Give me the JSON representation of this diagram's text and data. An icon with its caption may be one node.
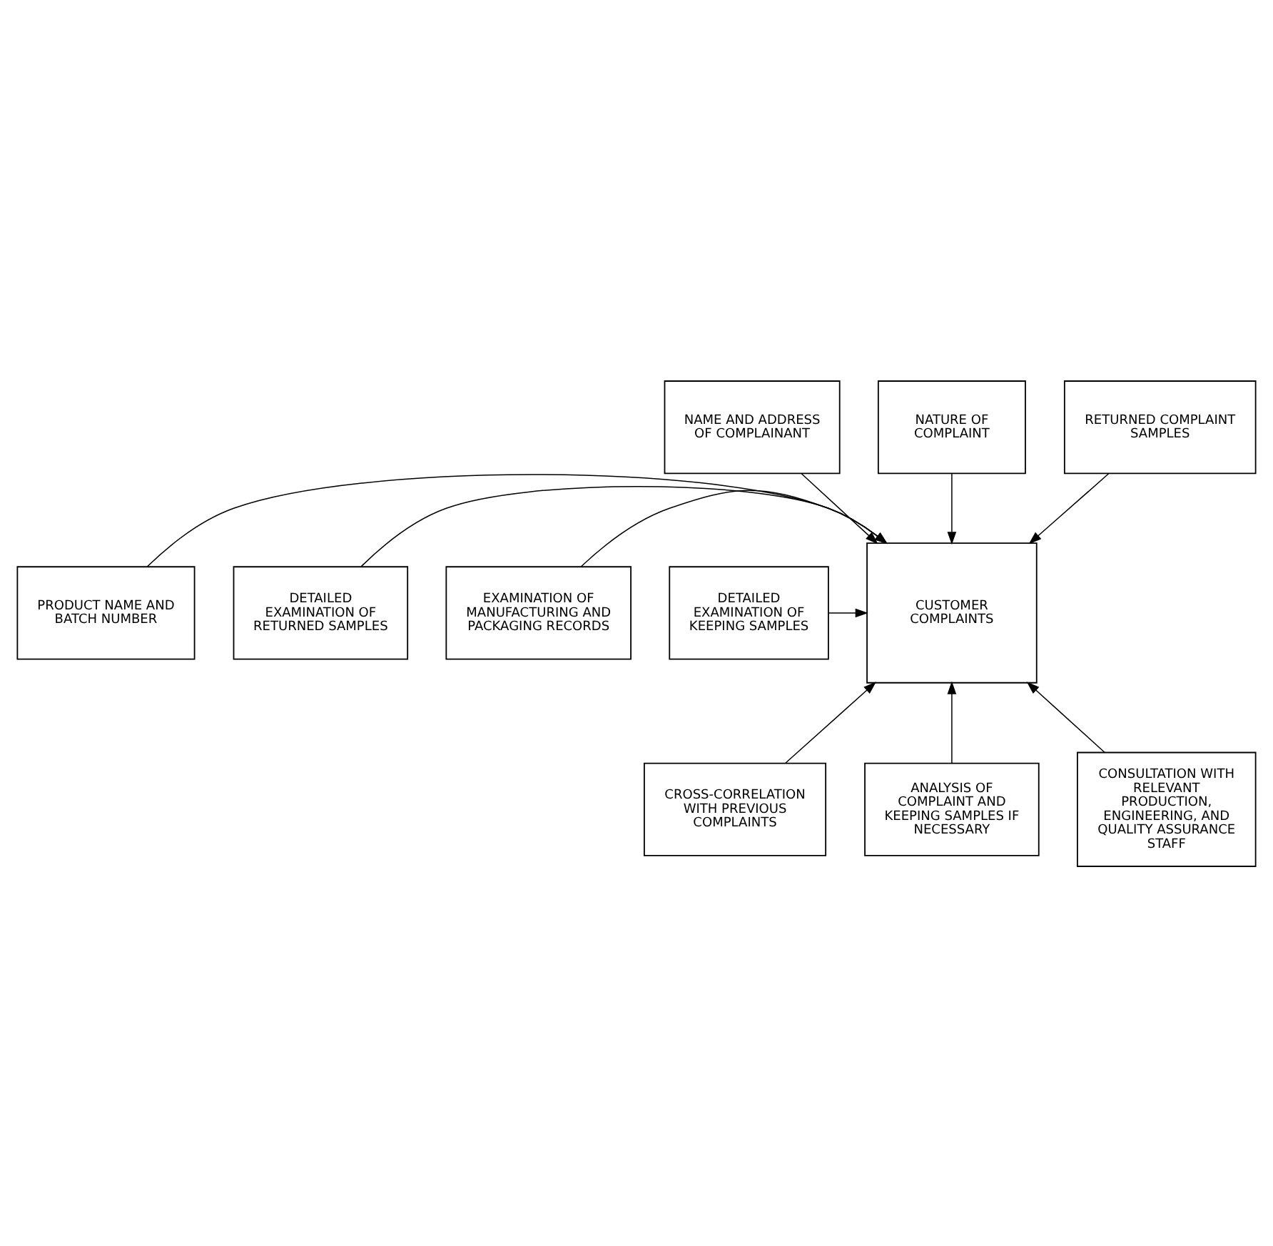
{
  "diagram": {
    "nodes": [
      {
        "text": [
          "NAME AND ADDRESS OF COMPLAINANT"
        ]
      },
      {
        "text": [
          "NATURE OF COMPLAINT"
        ]
      },
      {
        "text": [
          "RETURNED COMPLAINT SAMPLES"
        ]
      },
      {
        "text": [
          "PRODUCT NAME AND BATCH NUMBER"
        ]
      },
      {
        "text": [
          "CUSTOMER COMPLAINTS"
        ]
      },
      {
        "text": [
          "DETAILED EXAMINATION OF RETURNED SAMPLES"
        ]
      },
      {
        "text": [
          "EXAMINATION OF MANUFACTURING AND PACKAGING RECORDS"
        ]
      },
      {
        "text": [
          "DETAILED EXAMINATION OF KEEPING SAMPLES"
        ]
      },
      {
        "text": [
          "CROSS-CORRELATION WITH PREVIOUS COMPLAINTS"
        ]
      },
      {
        "text": [
          "ANALYSIS OF COMPLAINT AND KEEPING SAMPLES IF NECESSARY"
        ]
      },
      {
        "text": [
          "CONSULTATION WITH RELEVANT PRODUCTION, ENGINEERING, AND QUALITY ASSURANCE STAFF"
        ]
      }
    ],
    "edges": [
      {
        "from": 0,
        "to": 4,
        "arrow": "to"
      },
      {
        "from": 1,
        "to": 4,
        "arrow": "to"
      },
      {
        "from": 2,
        "to": 4,
        "arrow": "to"
      },
      {
        "from": 3,
        "to": 4,
        "arrow": "to"
      },
      {
        "from": 5,
        "to": 4,
        "arrow": "to"
      },
      {
        "from": 6,
        "to": 4,
        "arrow": "to"
      },
      {
        "from": 7,
        "to": 4,
        "arrow": "to"
      },
      {
        "from": 8,
        "to": 4,
        "arrow": "to"
      },
      {
        "from": 9,
        "to": 4,
        "arrow": "to"
      },
      {
        "from": 10,
        "to": 4,
        "arrow": "to"
      }
    ]
  }
}
